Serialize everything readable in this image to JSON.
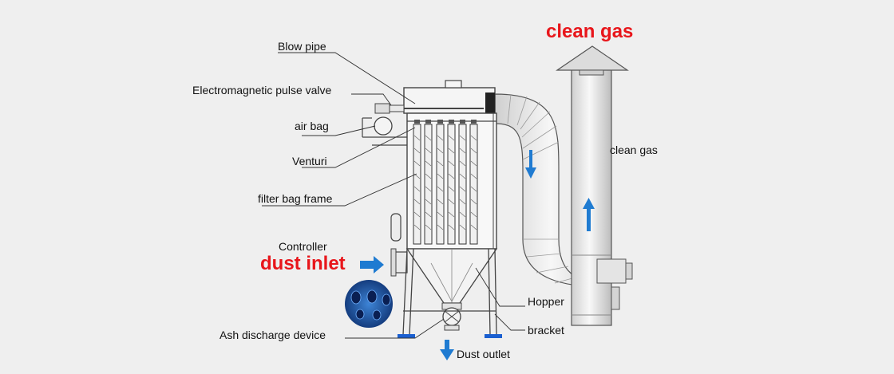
{
  "labels": {
    "blow_pipe": "Blow pipe",
    "pulse_valve": "Electromagnetic pulse valve",
    "air_bag": "air bag",
    "venturi": "Venturi",
    "filter_bag_frame": "filter bag frame",
    "controller": "Controller",
    "dust_inlet": "dust inlet",
    "ash_discharge": "Ash discharge device",
    "dust_outlet": "Dust outlet",
    "hopper": "Hopper",
    "bracket": "bracket",
    "clean_gas_top": "clean gas",
    "clean_gas_side": "clean gas"
  },
  "colors": {
    "highlight_text": "#e8161b",
    "flow_arrow": "#1f7bd1",
    "outline": "#444444",
    "duct_fill": "#e6e6e6",
    "support_feet": "#1a5fd0"
  },
  "icons": {
    "inlet_arrow": "arrow-right-icon",
    "outlet_arrow": "arrow-down-icon",
    "down_flow": "arrow-down-icon",
    "up_flow": "arrow-up-icon"
  }
}
